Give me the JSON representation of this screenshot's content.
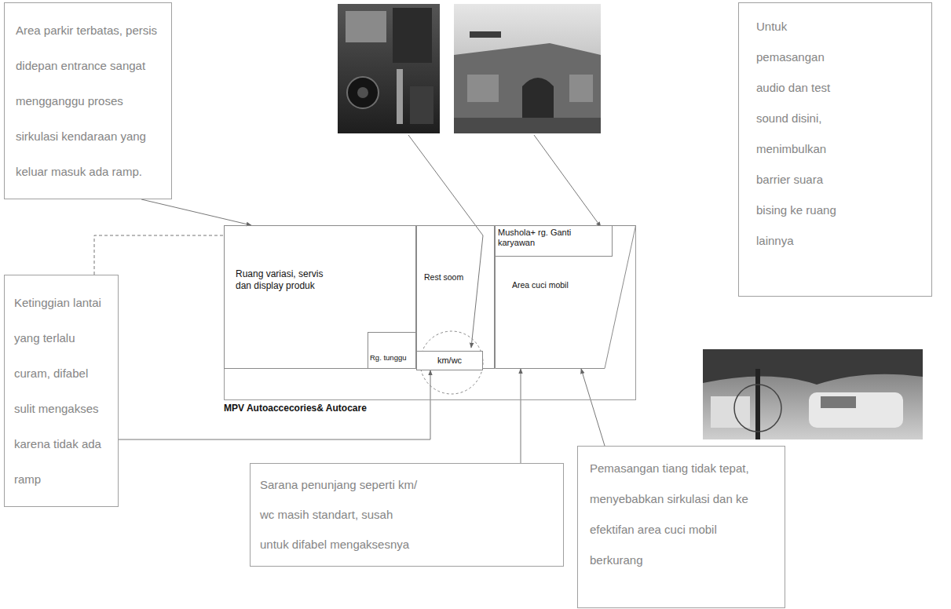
{
  "diagram": {
    "nodes": [
      {
        "text": [
          "Area parkir terbatas, persis didepan entrance sangat mengganggu proses sirkulasi kendaraan yang keluar masuk ada ramp."
        ]
      },
      {
        "text": [
          "Untuk pemasangan audio dan test sound disini, menimbulkan barrier suara bising ke ruang lainnya"
        ]
      },
      {
        "text": [
          "MPV Autoaccecories& Autocare"
        ]
      },
      {
        "text": [
          "Ruang variasi, servis dan display produk"
        ],
        "in": 2
      },
      {
        "text": [
          "Rg. tunggu"
        ],
        "in": 3
      },
      {
        "text": [
          "Rest soom"
        ],
        "in": 2
      },
      {
        "text": [
          "km/wc"
        ],
        "in": 5
      },
      {
        "text": [
          "Area cuci mobil"
        ],
        "in": 2
      },
      {
        "text": [
          "Mushola+ rg. Ganti karyawan"
        ],
        "in": 7
      },
      {
        "text": [
          "Ketinggian lantai yang terlalu curam, difabel sulit mengakses karena tidak ada ramp"
        ]
      },
      {
        "text": [
          "Sarana penunjang seperti km/ wc masih standart, susah untuk difabel mengaksesnya"
        ]
      },
      {
        "text": [
          "Pemasangan tiang tidak tepat, menyebabkan sirkulasi dan ke efektifan area cuci mobil berkurang"
        ]
      }
    ],
    "edges": [
      {
        "from": 0,
        "to": 3,
        "arrow": "to"
      },
      {
        "from": 9,
        "to": 2,
        "arrow": "none"
      },
      {
        "from": 9,
        "to": 6,
        "arrow": "to"
      },
      {
        "from": 10,
        "to": 7,
        "arrow": "to"
      },
      {
        "from": 11,
        "to": 7,
        "arrow": "to"
      }
    ]
  }
}
